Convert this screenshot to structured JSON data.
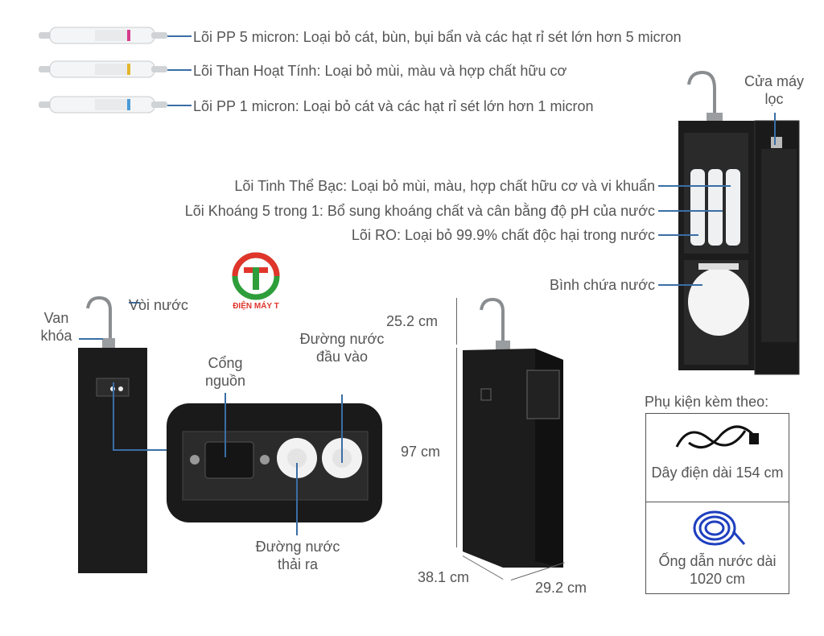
{
  "filters_top": [
    {
      "label": "Lõi PP 5 micron: Loại bỏ cát, bùn, bụi bẩn và các hạt rỉ sét lớn hơn 5 micron",
      "accent": "#d63b8c"
    },
    {
      "label": "Lõi Than Hoạt Tính: Loại bỏ mùi, màu và hợp chất hữu cơ",
      "accent": "#e3b52a"
    },
    {
      "label": "Lõi PP 1 micron: Loại bỏ cát và các hạt rỉ sét lớn hơn 1 micron",
      "accent": "#4a9ad6"
    }
  ],
  "door_label": "Cửa máy lọc",
  "filters_side": [
    "Lõi Tinh Thể Bạc: Loại bỏ mùi, màu, hợp chất hữu cơ và vi khuẩn",
    "Lõi Khoáng 5 trong 1: Bổ sung khoáng chất và cân bằng độ pH của nước",
    "Lõi RO: Loại bỏ 99.9% chất độc hại trong nước"
  ],
  "tank_label": "Bình chứa nước",
  "logo": {
    "text": "ĐIỆN MÁY T",
    "green": "#2e9e3a",
    "red": "#e0352b"
  },
  "left_machine": {
    "faucet_label": "Vòi nước",
    "valve_label": "Van khóa",
    "power_port_label": "Cổng nguồn",
    "water_in_label": "Đường nước đầu vào",
    "waste_water_label": "Đường nước thải ra"
  },
  "dimensions": {
    "faucet_height": "25.2 cm",
    "body_height": "97 cm",
    "depth": "38.1 cm",
    "width": "29.2 cm"
  },
  "accessories": {
    "title": "Phụ kiện kèm theo:",
    "items": [
      {
        "label": "Dây điện dài 154 cm"
      },
      {
        "label": "Ống dẫn nước dài 1020 cm"
      }
    ]
  },
  "colors": {
    "pointer": "#3a6ea5",
    "cabinet": "#1c1c1c"
  }
}
